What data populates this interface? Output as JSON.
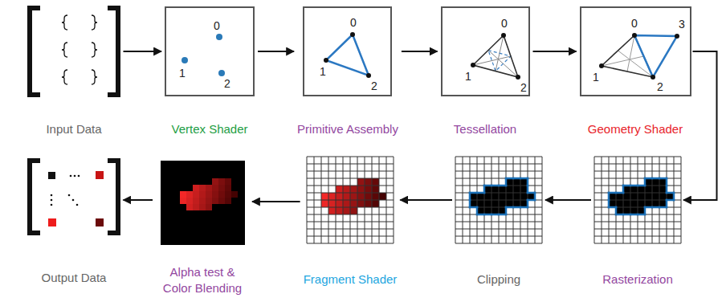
{
  "diagram": {
    "nodes": [
      {
        "text": [
          "Input Data"
        ]
      },
      {
        "text": [
          "Vertex Shader"
        ]
      },
      {
        "text": [
          "Primitive Assembly"
        ]
      },
      {
        "text": [
          "Tessellation"
        ]
      },
      {
        "text": [
          "Geometry Shader"
        ]
      },
      {
        "text": [
          "Output Data"
        ]
      },
      {
        "text": [
          "Alpha test & Color Blending"
        ]
      },
      {
        "text": [
          "Fragment Shader"
        ]
      },
      {
        "text": [
          "Clipping"
        ]
      },
      {
        "text": [
          "Rasterization"
        ]
      }
    ],
    "edges": [
      {
        "from": 0,
        "to": 1,
        "arrow": "to"
      },
      {
        "from": 1,
        "to": 2,
        "arrow": "to"
      },
      {
        "from": 2,
        "to": 3,
        "arrow": "to"
      },
      {
        "from": 3,
        "to": 4,
        "arrow": "to"
      },
      {
        "from": 4,
        "to": 9,
        "arrow": "to"
      },
      {
        "from": 9,
        "to": 8,
        "arrow": "to"
      },
      {
        "from": 8,
        "to": 7,
        "arrow": "to"
      },
      {
        "from": 7,
        "to": 6,
        "arrow": "to"
      },
      {
        "from": 6,
        "to": 5,
        "arrow": "to"
      }
    ],
    "labels": [
      "0",
      "1",
      "2",
      "0",
      "1",
      "2",
      "0",
      "1",
      "2",
      "0",
      "3",
      "1",
      "2"
    ]
  }
}
